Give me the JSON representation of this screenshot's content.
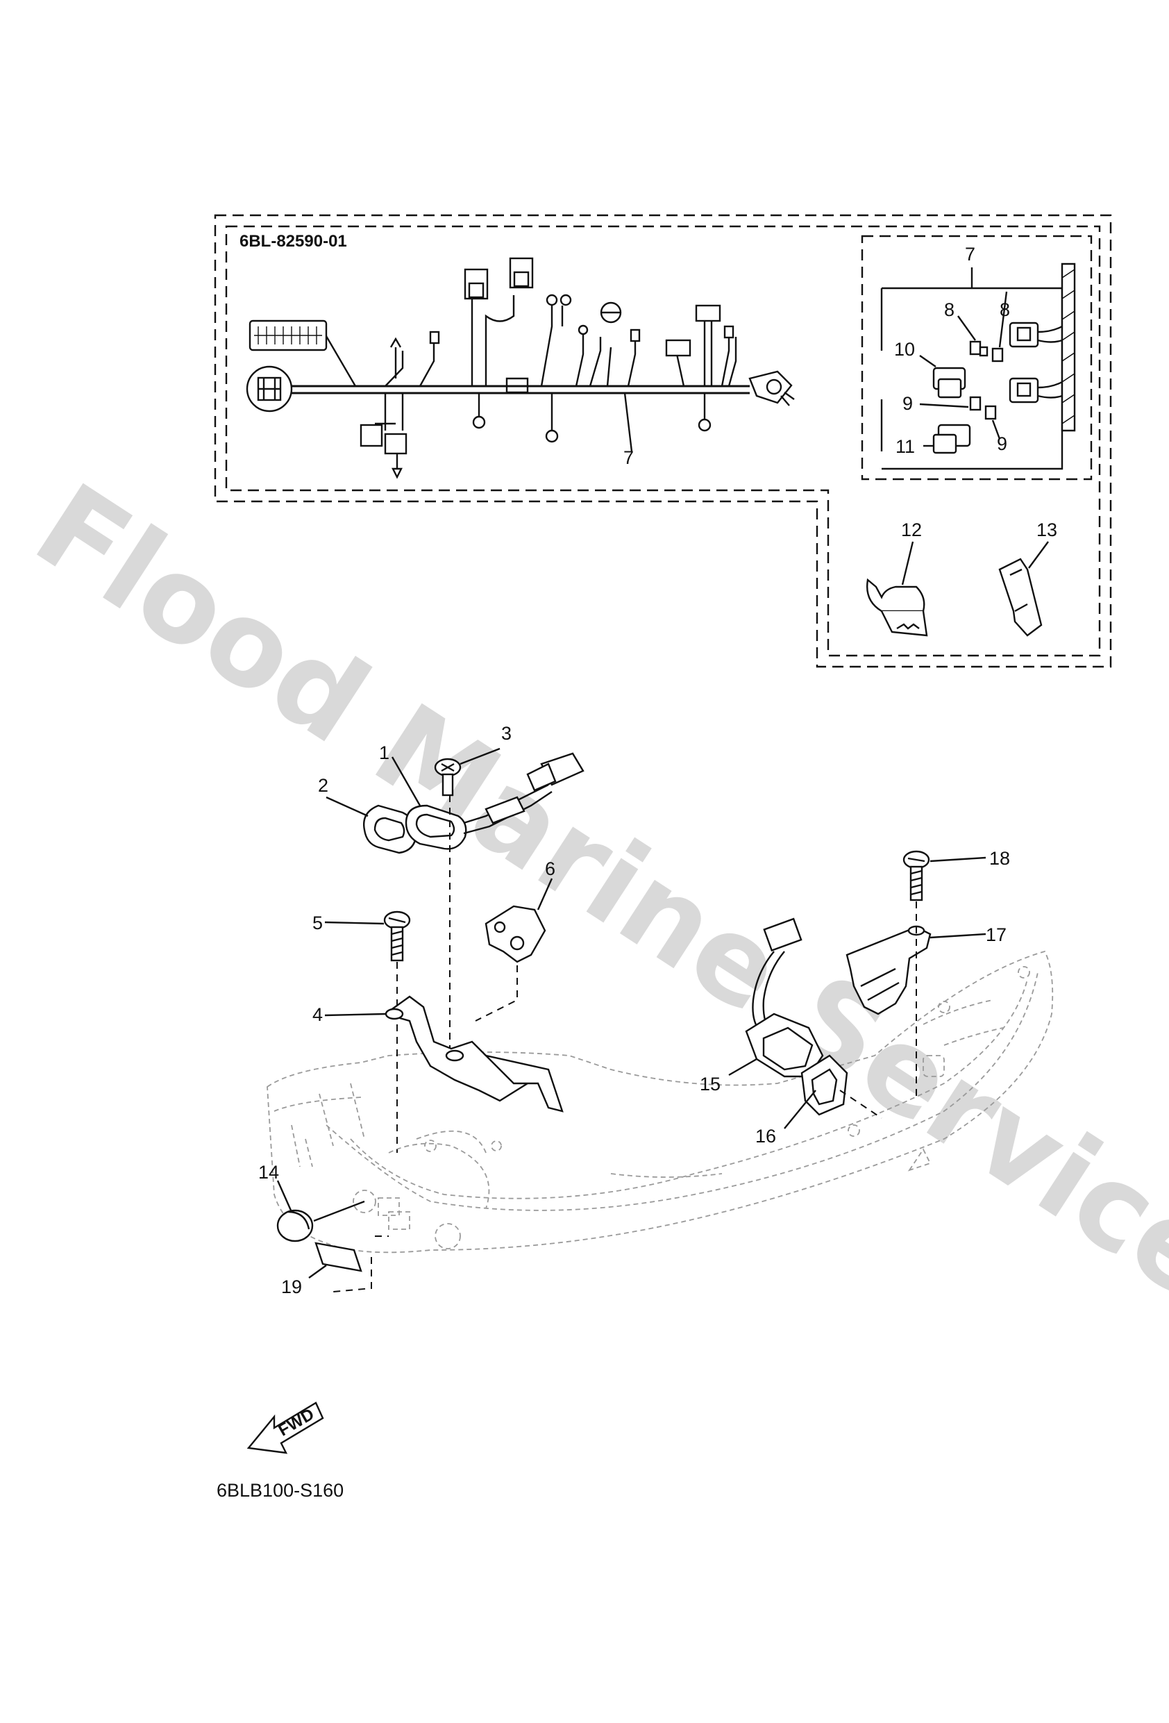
{
  "diagram": {
    "watermark": "Flood Marine Services",
    "kit_part_number": "6BL-82590-01",
    "figure_code": "6BLB100-S160",
    "fwd_label": "FWD",
    "callouts": [
      "1",
      "2",
      "3",
      "4",
      "5",
      "6",
      "7",
      "8",
      "9",
      "10",
      "11",
      "12",
      "13",
      "14",
      "15",
      "16",
      "17",
      "18",
      "19"
    ]
  }
}
